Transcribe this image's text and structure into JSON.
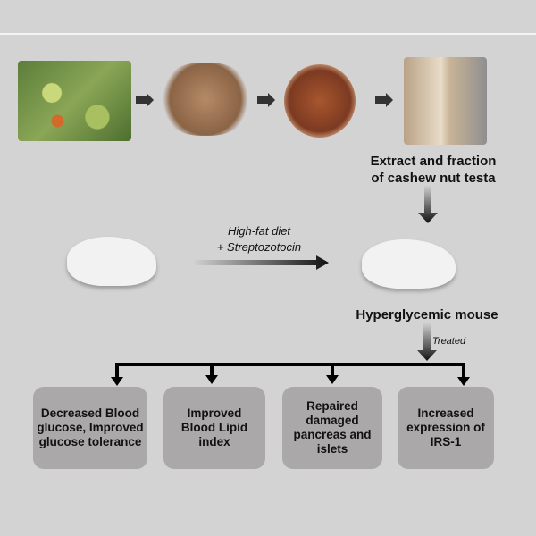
{
  "images": [
    "cashew-tree-icon",
    "cashew-nuts-icon",
    "cashew-testa-powder-icon",
    "extract-tube-icon",
    "white-mouse-icon",
    "hyperglycemic-mouse-icon"
  ],
  "extract_label": [
    "Extract and fraction",
    "of cashew nut testa"
  ],
  "diet_label": [
    "High-fat diet",
    "+ Streptozotocin"
  ],
  "hyper_label": "Hyperglycemic mouse",
  "treated_label": "Treated",
  "outcomes": [
    "Decreased Blood glucose, Improved glucose tolerance",
    "Improved Blood Lipid index",
    "Repaired damaged pancreas and islets",
    "Increased expression of IRS-1"
  ],
  "colors": {
    "background": "#d4d3d4",
    "box": "#aaa8a8"
  }
}
